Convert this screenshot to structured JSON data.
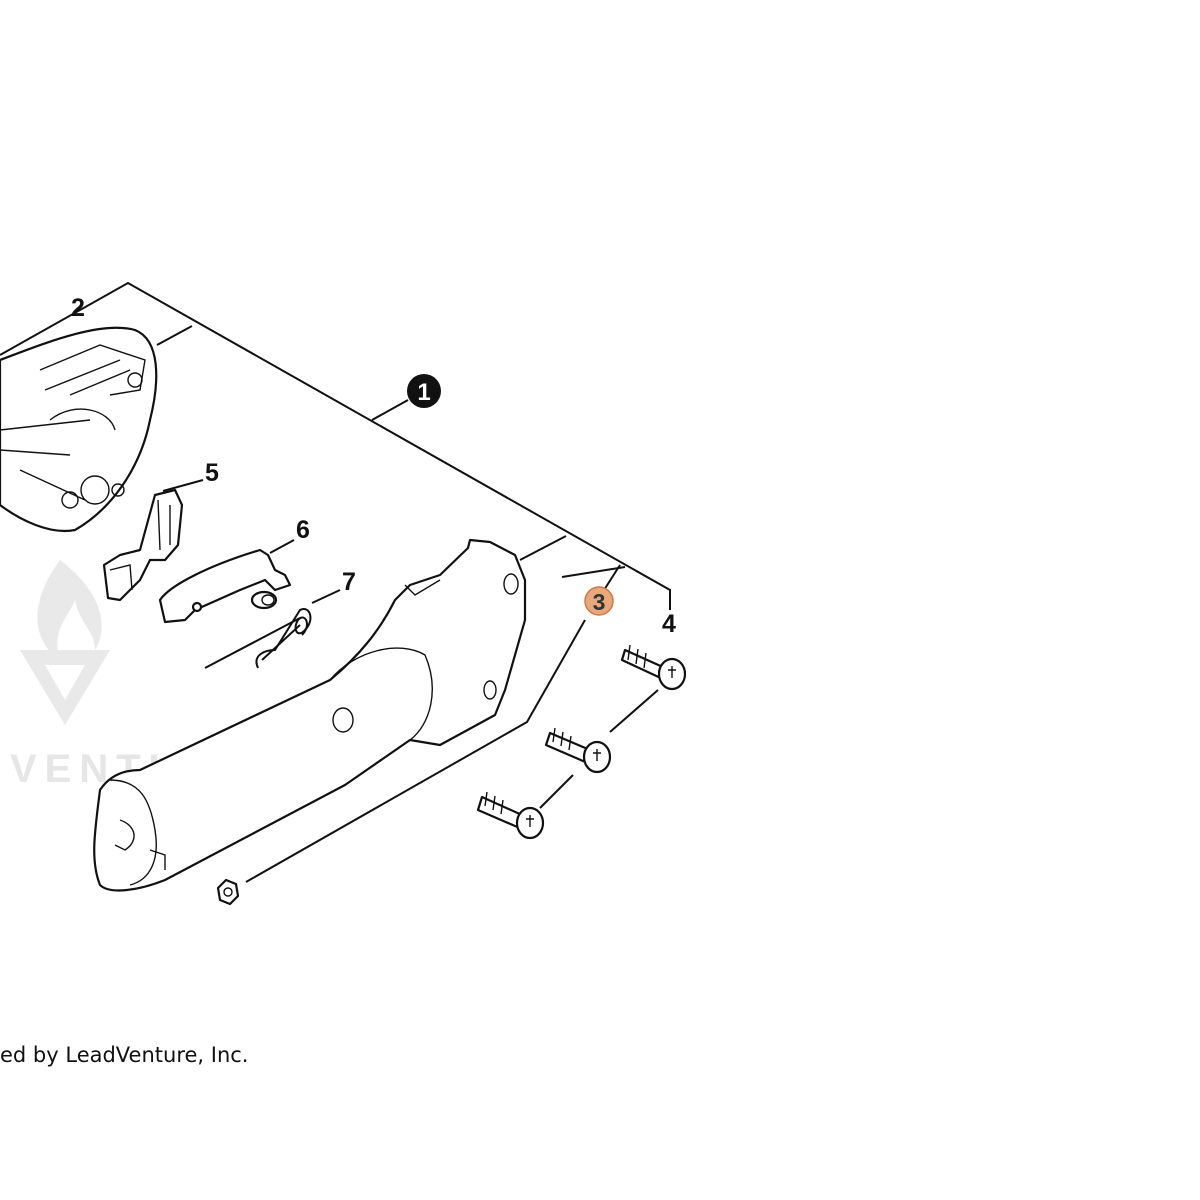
{
  "callouts": {
    "c1": "1",
    "c2": "2",
    "c3": "3",
    "c4": "4",
    "c5": "5",
    "c6": "6",
    "c7": "7"
  },
  "watermark": {
    "text": "VENTURE"
  },
  "copyright": "ed by LeadVenture, Inc.",
  "colors": {
    "highlight": "#e8a87c",
    "highlight_stroke": "#c87a48",
    "line": "#111111"
  }
}
